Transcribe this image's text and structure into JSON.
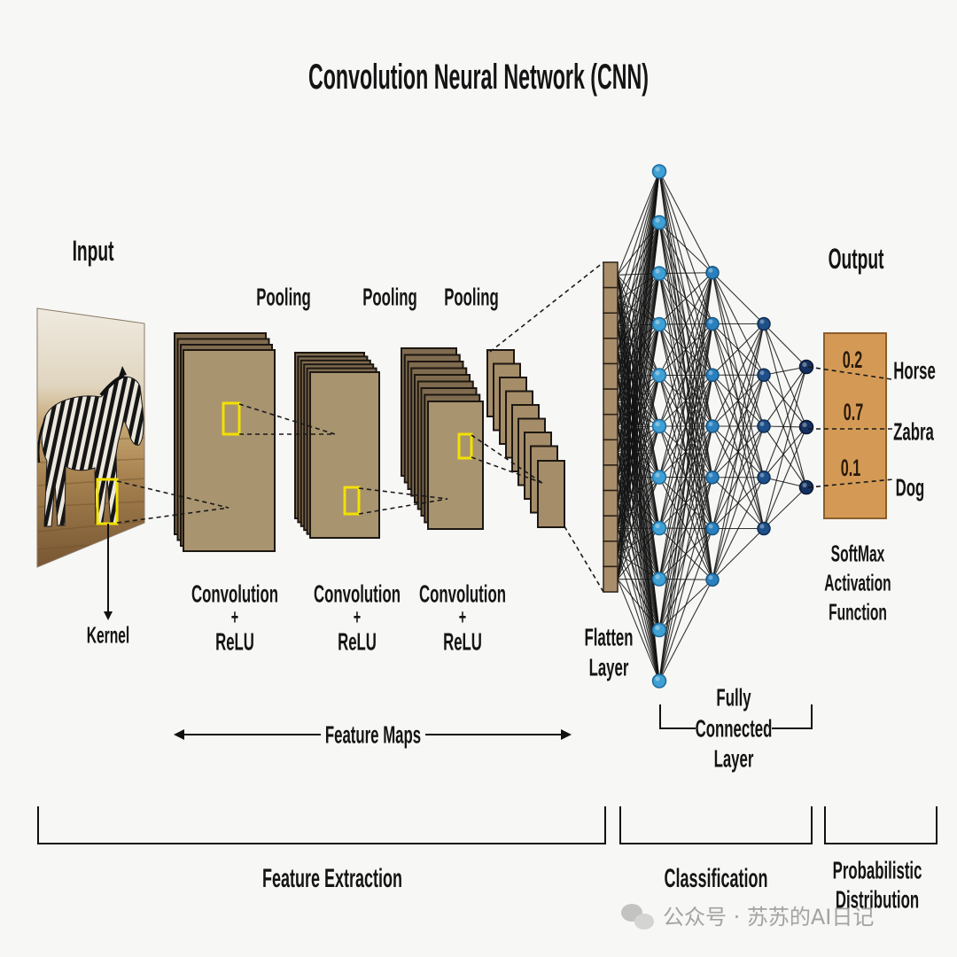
{
  "title": "Convolution Neural Network (CNN)",
  "input": {
    "label": "Input",
    "kernel_label": "Kernel"
  },
  "stages": [
    {
      "pool_label": "Pooling",
      "conv_label": "Convolution",
      "plus": "+",
      "act_label": "ReLU"
    },
    {
      "pool_label": "Pooling",
      "conv_label": "Convolution",
      "plus": "+",
      "act_label": "ReLU"
    },
    {
      "pool_label": "Pooling",
      "conv_label": "Convolution",
      "plus": "+",
      "act_label": "ReLU"
    }
  ],
  "feature_maps_label": "Feature Maps",
  "flatten": {
    "line1": "Flatten",
    "line2": "Layer",
    "cells": 13
  },
  "network": {
    "layers": [
      {
        "count": 11,
        "color": "#3fa0d4",
        "stroke": "#1d6a9c"
      },
      {
        "count": 7,
        "color": "#2a80bf",
        "stroke": "#17557f"
      },
      {
        "count": 5,
        "color": "#1d4f88",
        "stroke": "#0f2d52"
      },
      {
        "count": 3,
        "color": "#14305f",
        "stroke": "#0a1a36"
      }
    ]
  },
  "fully_connected": {
    "line1": "Fully",
    "line2": "Connected",
    "line3": "Layer"
  },
  "output": {
    "label": "Output",
    "classes": [
      {
        "prob": "0.2",
        "name": "Horse"
      },
      {
        "prob": "0.7",
        "name": "Zabra"
      },
      {
        "prob": "0.1",
        "name": "Dog"
      }
    ]
  },
  "softmax": {
    "line1": "SoftMax",
    "line2": "Activation",
    "line3": "Function"
  },
  "sections": {
    "feature_extraction": "Feature Extraction",
    "classification": "Classification",
    "probabilistic_line1": "Probabilistic",
    "probabilistic_line2": "Distribution"
  },
  "watermark": "公众号 · 苏苏的AI日记",
  "colors": {
    "feature_map": "#a8946f",
    "kernel": "#f2e100",
    "output_box": "#d49a55",
    "background": "#f7f7f5"
  }
}
